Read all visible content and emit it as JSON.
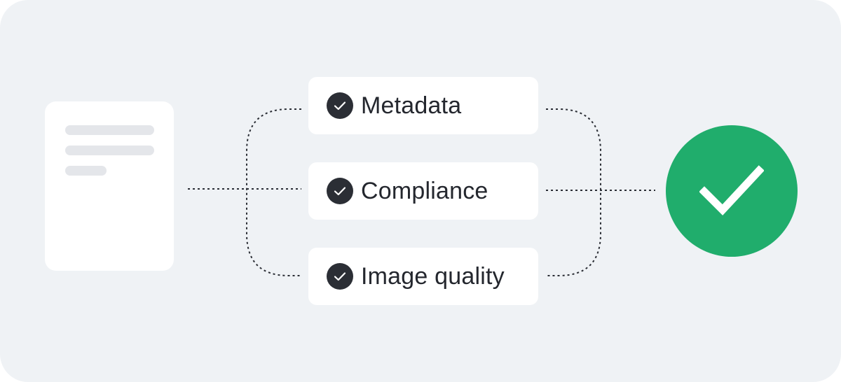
{
  "checks": [
    {
      "label": "Metadata",
      "icon": "check-circle-icon"
    },
    {
      "label": "Compliance",
      "icon": "check-circle-icon"
    },
    {
      "label": "Image quality",
      "icon": "check-circle-icon"
    }
  ],
  "document": {
    "icon": "document-icon"
  },
  "result": {
    "icon": "checkmark-icon"
  },
  "colors": {
    "background": "#eff2f5",
    "card": "#ffffff",
    "badge": "#2b2e35",
    "success": "#20ad6c",
    "connector": "#2b2e35"
  }
}
